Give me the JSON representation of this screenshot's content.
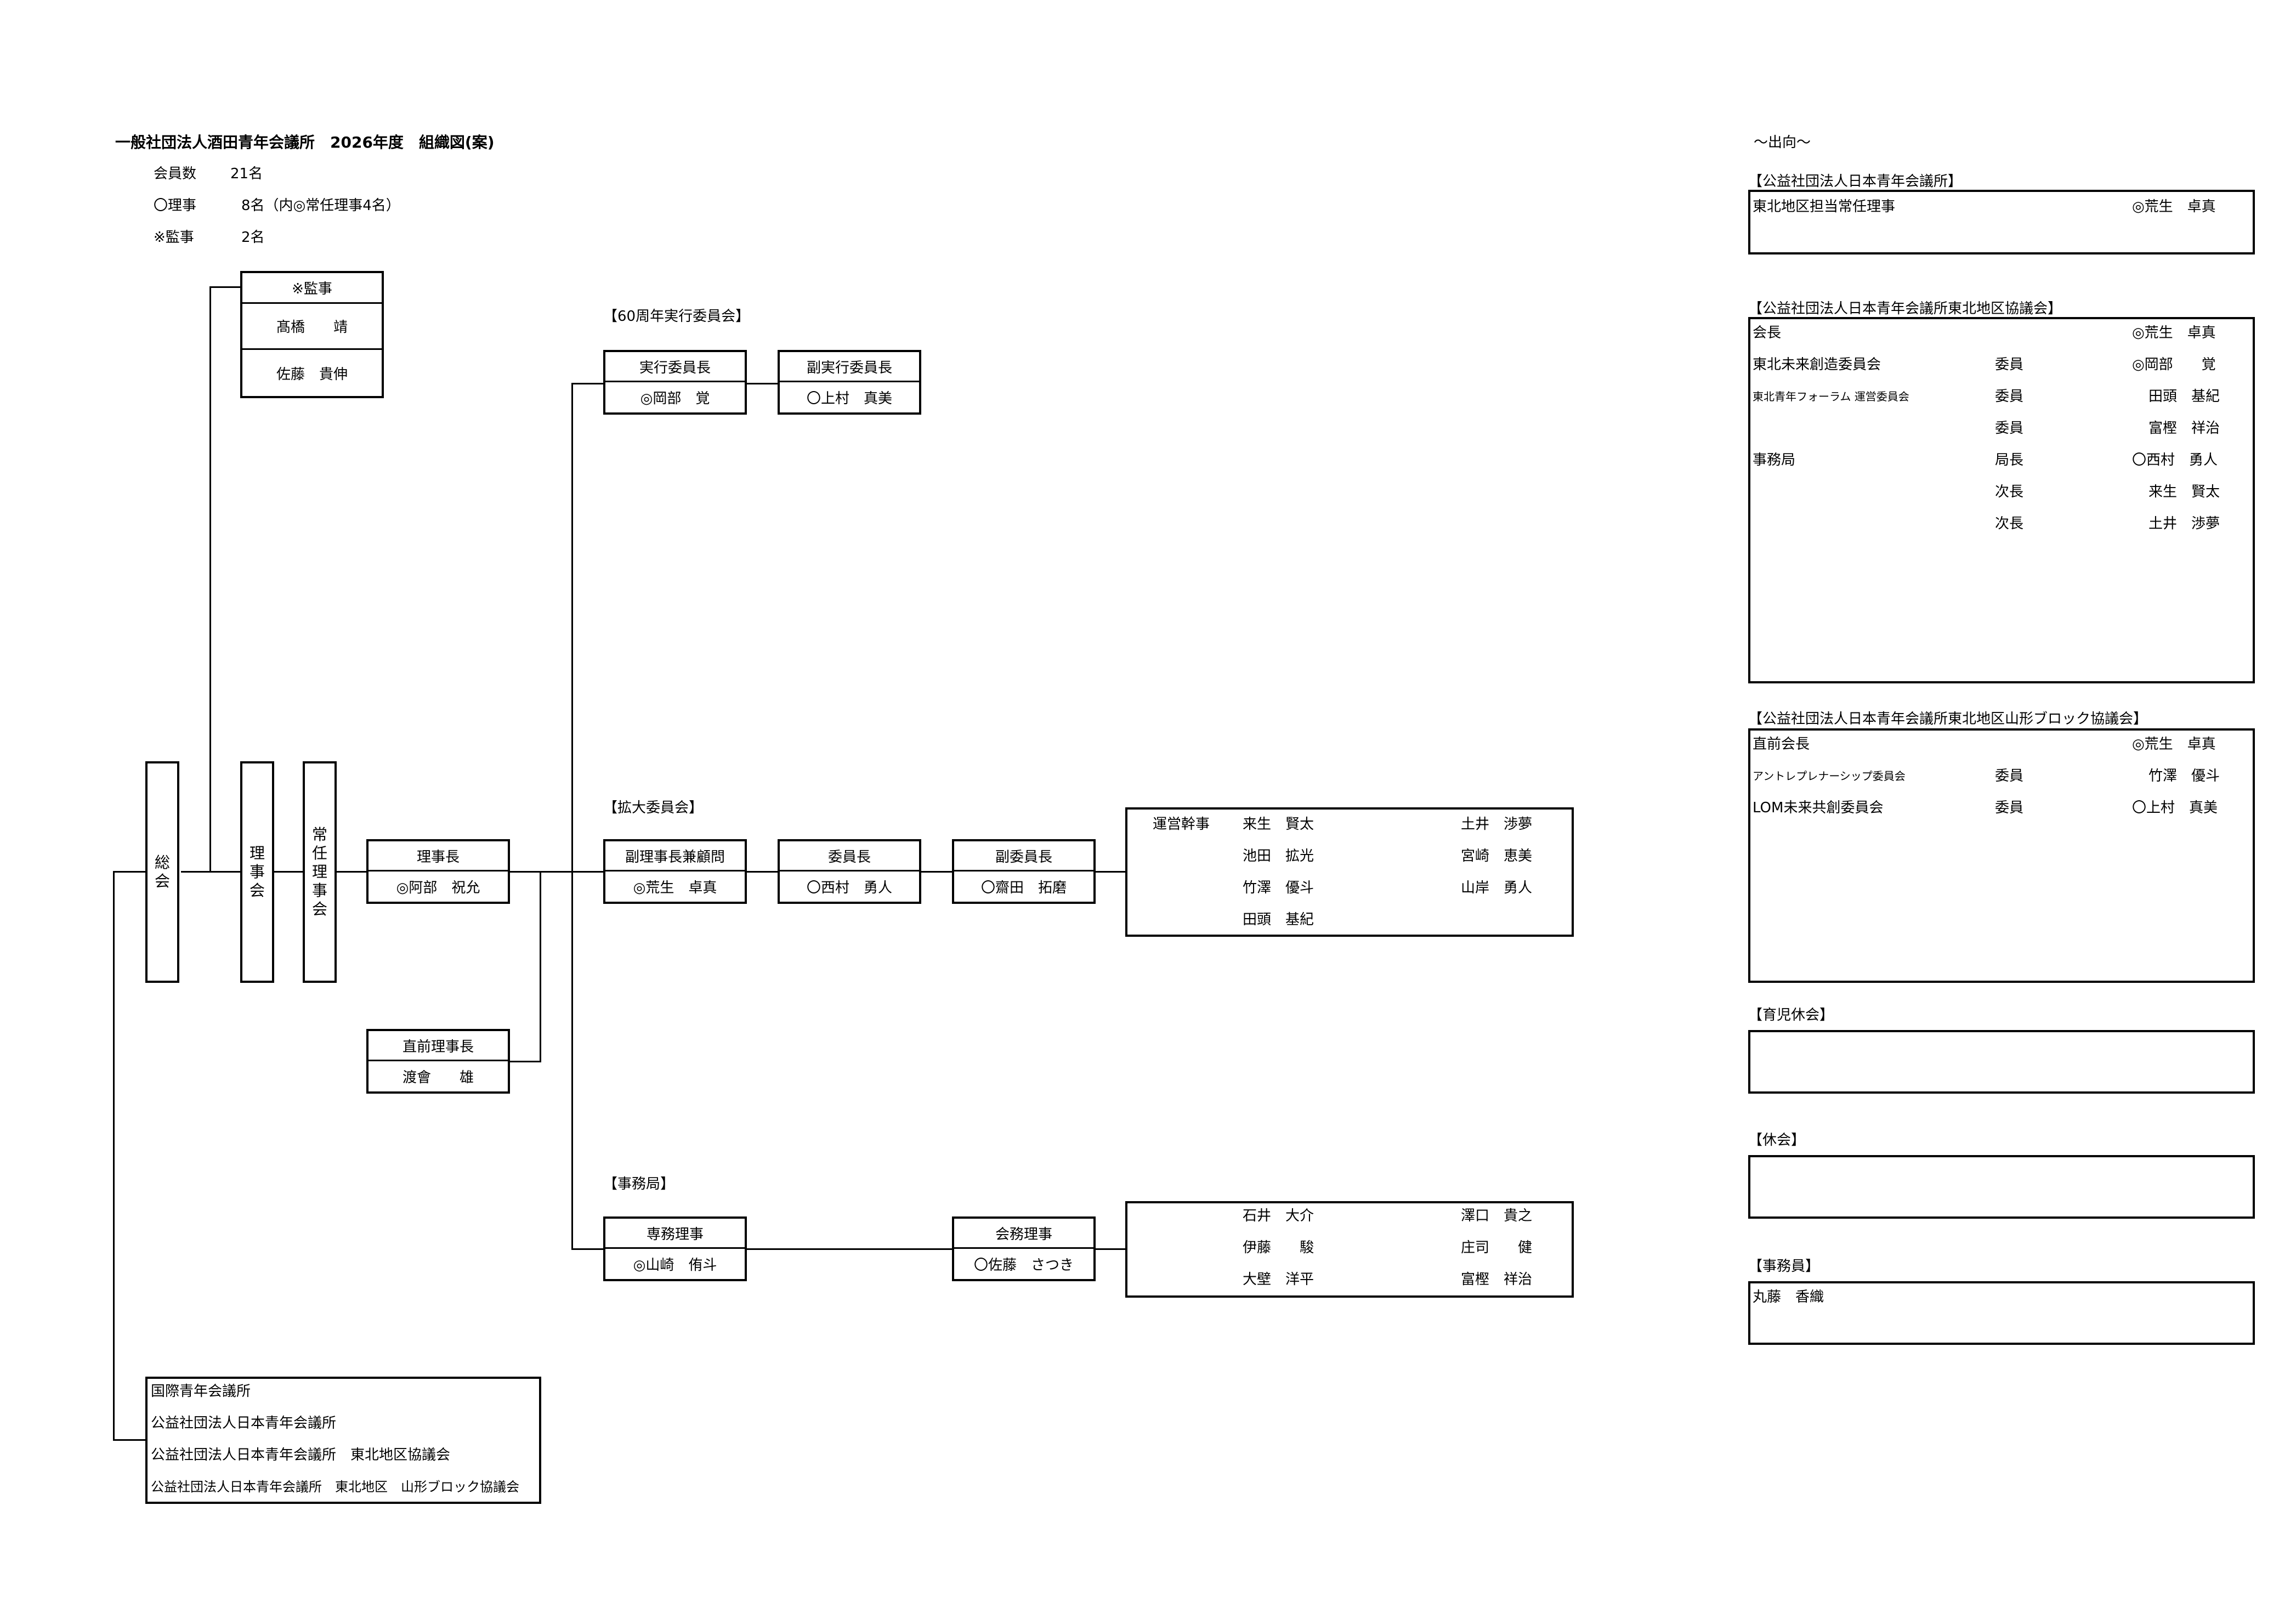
{
  "header": {
    "title": "一般社団法人酒田青年会議所　2026年度　組織図(案)",
    "members_label": "会員数",
    "members_value": "21名",
    "directors_label": "〇理事",
    "directors_value": "8名（内◎常任理事4名）",
    "auditors_label": "※監事",
    "auditors_value": "2名"
  },
  "auditors": {
    "title": "※監事",
    "names": [
      "髙橋　　靖",
      "佐藤　貴伸"
    ]
  },
  "bodies": {
    "general": "総会",
    "board": "理事会",
    "standing": "常任理事会"
  },
  "president": {
    "title": "理事長",
    "name": "◎阿部　祝允"
  },
  "past_president": {
    "title": "直前理事長",
    "name": "渡會　　雄"
  },
  "anniversary": {
    "label": "【60周年実行委員会】",
    "chair": {
      "title": "実行委員長",
      "name": "◎岡部　覚"
    },
    "vice": {
      "title": "副実行委員長",
      "name": "〇上村　真美"
    }
  },
  "expansion": {
    "label": "【拡大委員会】",
    "vp": {
      "title": "副理事長兼顧問",
      "name": "◎荒生　卓真"
    },
    "chair": {
      "title": "委員長",
      "name": "〇西村　勇人"
    },
    "vice": {
      "title": "副委員長",
      "name": "〇齋田　拓磨"
    },
    "staff_title": "運営幹事",
    "members_left": [
      "来生　賢太",
      "池田　拡光",
      "竹澤　優斗",
      "田頭　基紀"
    ],
    "members_right": [
      "土井　渉夢",
      "宮崎　恵美",
      "山岸　勇人"
    ]
  },
  "secretariat": {
    "label": "【事務局】",
    "exec": {
      "title": "専務理事",
      "name": "◎山崎　侑斗"
    },
    "treasurer": {
      "title": "会務理事",
      "name": "〇佐藤　さつき"
    },
    "members_left": [
      "石井　大介",
      "伊藤　　駿",
      "大壁　洋平"
    ],
    "members_right": [
      "澤口　貴之",
      "庄司　　健",
      "富樫　祥治"
    ]
  },
  "affiliations": [
    "国際青年会議所",
    "公益社団法人日本青年会議所",
    "公益社団法人日本青年会議所　東北地区協議会",
    "公益社団法人日本青年会議所　東北地区　山形ブロック協議会"
  ],
  "secondment": {
    "heading": "～出向～",
    "jci_japan": {
      "label": "【公益社団法人日本青年会議所】",
      "rows": [
        {
          "role": "東北地区担当常任理事",
          "pos": "",
          "name": "◎荒生　卓真"
        }
      ]
    },
    "tohoku": {
      "label": "【公益社団法人日本青年会議所東北地区協議会】",
      "rows": [
        {
          "role": "会長",
          "pos": "",
          "name": "◎荒生　卓真"
        },
        {
          "role": "東北未来創造委員会",
          "pos": "委員",
          "name": "◎岡部　　覚"
        },
        {
          "role": "東北青年フォーラム 運営委員会",
          "pos": "委員",
          "name": "田頭　基紀"
        },
        {
          "role": "",
          "pos": "委員",
          "name": "富樫　祥治"
        },
        {
          "role": "事務局",
          "pos": "局長",
          "name": "〇西村　勇人"
        },
        {
          "role": "",
          "pos": "次長",
          "name": "来生　賢太"
        },
        {
          "role": "",
          "pos": "次長",
          "name": "土井　渉夢"
        }
      ]
    },
    "yamagata": {
      "label": "【公益社団法人日本青年会議所東北地区山形ブロック協議会】",
      "rows": [
        {
          "role": "直前会長",
          "pos": "",
          "name": "◎荒生　卓真"
        },
        {
          "role": "アントレプレナーシップ委員会",
          "pos": "委員",
          "name": "竹澤　優斗"
        },
        {
          "role": "LOM未来共創委員会",
          "pos": "委員",
          "name": "〇上村　真美"
        }
      ]
    },
    "childcare_label": "【育児休会】",
    "leave_label": "【休会】",
    "staff": {
      "label": "【事務員】",
      "name": "丸藤　香織"
    }
  }
}
